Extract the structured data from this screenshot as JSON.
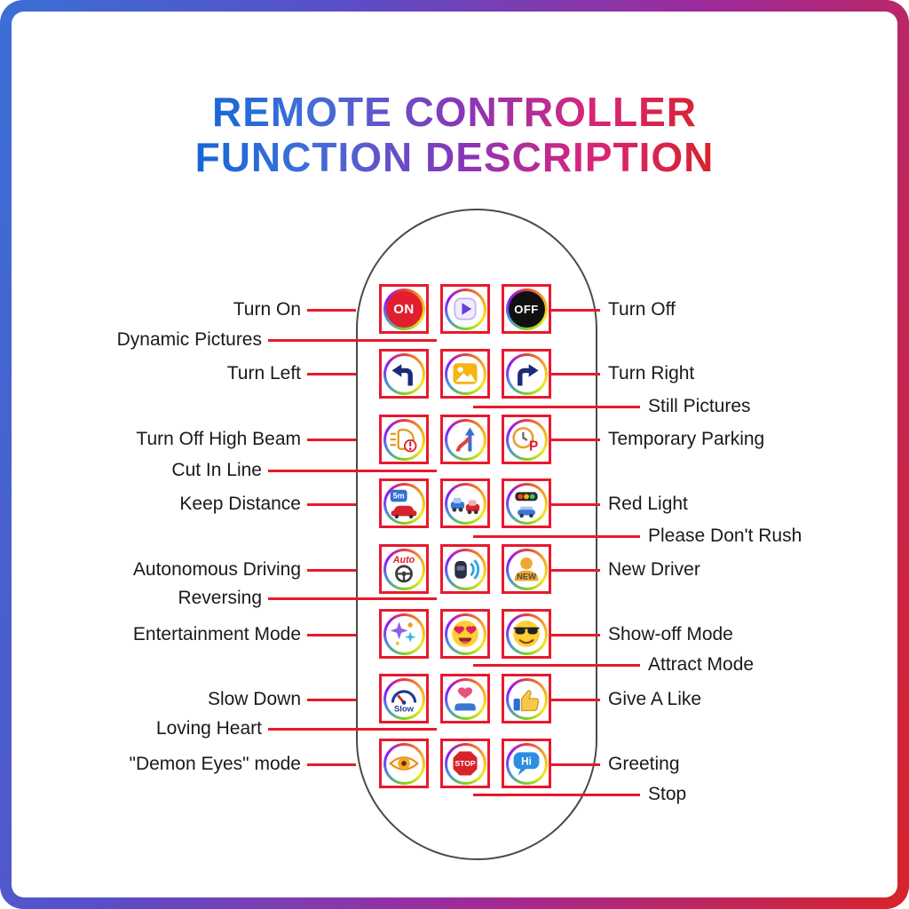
{
  "title": {
    "line1": "REMOTE CONTROLLER",
    "line2": "FUNCTION DESCRIPTION"
  },
  "colors": {
    "connector_red": "#e8192c",
    "button_border_red": "#e8192c",
    "frame_gradient": [
      "#3b6fd6",
      "#5a4ec8",
      "#a02a9a",
      "#d8232a"
    ],
    "title_gradient": [
      "#1565d8",
      "#8a35b8",
      "#d8232a"
    ],
    "remote_outline": "#4a4a4a",
    "power_on_red": "#e11f2f",
    "power_off_black": "#101010"
  },
  "buttons": [
    {
      "name": "turn-on",
      "icon": "power-on-icon",
      "text": "ON",
      "label": "Turn On"
    },
    {
      "name": "dynamic-pictures",
      "icon": "play-icon",
      "label": "Dynamic Pictures"
    },
    {
      "name": "turn-off",
      "icon": "power-off-icon",
      "text": "OFF",
      "label": "Turn Off"
    },
    {
      "name": "turn-left",
      "icon": "turn-left-arrow-icon",
      "label": "Turn Left"
    },
    {
      "name": "still-pictures",
      "icon": "photo-icon",
      "label": "Still Pictures"
    },
    {
      "name": "turn-right",
      "icon": "turn-right-arrow-icon",
      "label": "Turn Right"
    },
    {
      "name": "turn-off-high-beam",
      "icon": "headlight-icon",
      "label": "Turn Off High Beam"
    },
    {
      "name": "cut-in-line",
      "icon": "merge-arrows-icon",
      "label": "Cut In Line"
    },
    {
      "name": "temporary-parking",
      "icon": "clock-parking-icon",
      "text": "P",
      "label": "Temporary Parking"
    },
    {
      "name": "keep-distance",
      "icon": "distance-car-icon",
      "text": "5m",
      "label": "Keep Distance"
    },
    {
      "name": "please-dont-rush",
      "icon": "traffic-jam-icon",
      "label": "Please Don't Rush"
    },
    {
      "name": "red-light",
      "icon": "traffic-light-icon",
      "label": "Red Light"
    },
    {
      "name": "autonomous-driving",
      "icon": "steering-wheel-icon",
      "text": "Auto",
      "label": "Autonomous Driving"
    },
    {
      "name": "reversing",
      "icon": "reversing-car-icon",
      "label": "Reversing"
    },
    {
      "name": "new-driver",
      "icon": "new-driver-icon",
      "text": "NEW",
      "label": "New Driver"
    },
    {
      "name": "entertainment-mode",
      "icon": "sparkles-icon",
      "label": "Entertainment Mode"
    },
    {
      "name": "attract-mode",
      "icon": "heart-eyes-emoji-icon",
      "label": "Attract Mode"
    },
    {
      "name": "show-off-mode",
      "icon": "sunglasses-emoji-icon",
      "label": "Show-off Mode"
    },
    {
      "name": "slow-down",
      "icon": "speedometer-icon",
      "text": "Slow",
      "label": "Slow Down"
    },
    {
      "name": "loving-heart",
      "icon": "heart-in-hand-icon",
      "label": "Loving Heart"
    },
    {
      "name": "give-a-like",
      "icon": "thumbs-up-icon",
      "label": "Give A Like"
    },
    {
      "name": "demon-eyes-mode",
      "icon": "eye-icon",
      "label": "\"Demon Eyes\" mode"
    },
    {
      "name": "stop",
      "icon": "stop-sign-icon",
      "text": "STOP",
      "label": "Stop"
    },
    {
      "name": "greeting",
      "icon": "speech-bubble-icon",
      "text": "Hi",
      "label": "Greeting"
    }
  ]
}
